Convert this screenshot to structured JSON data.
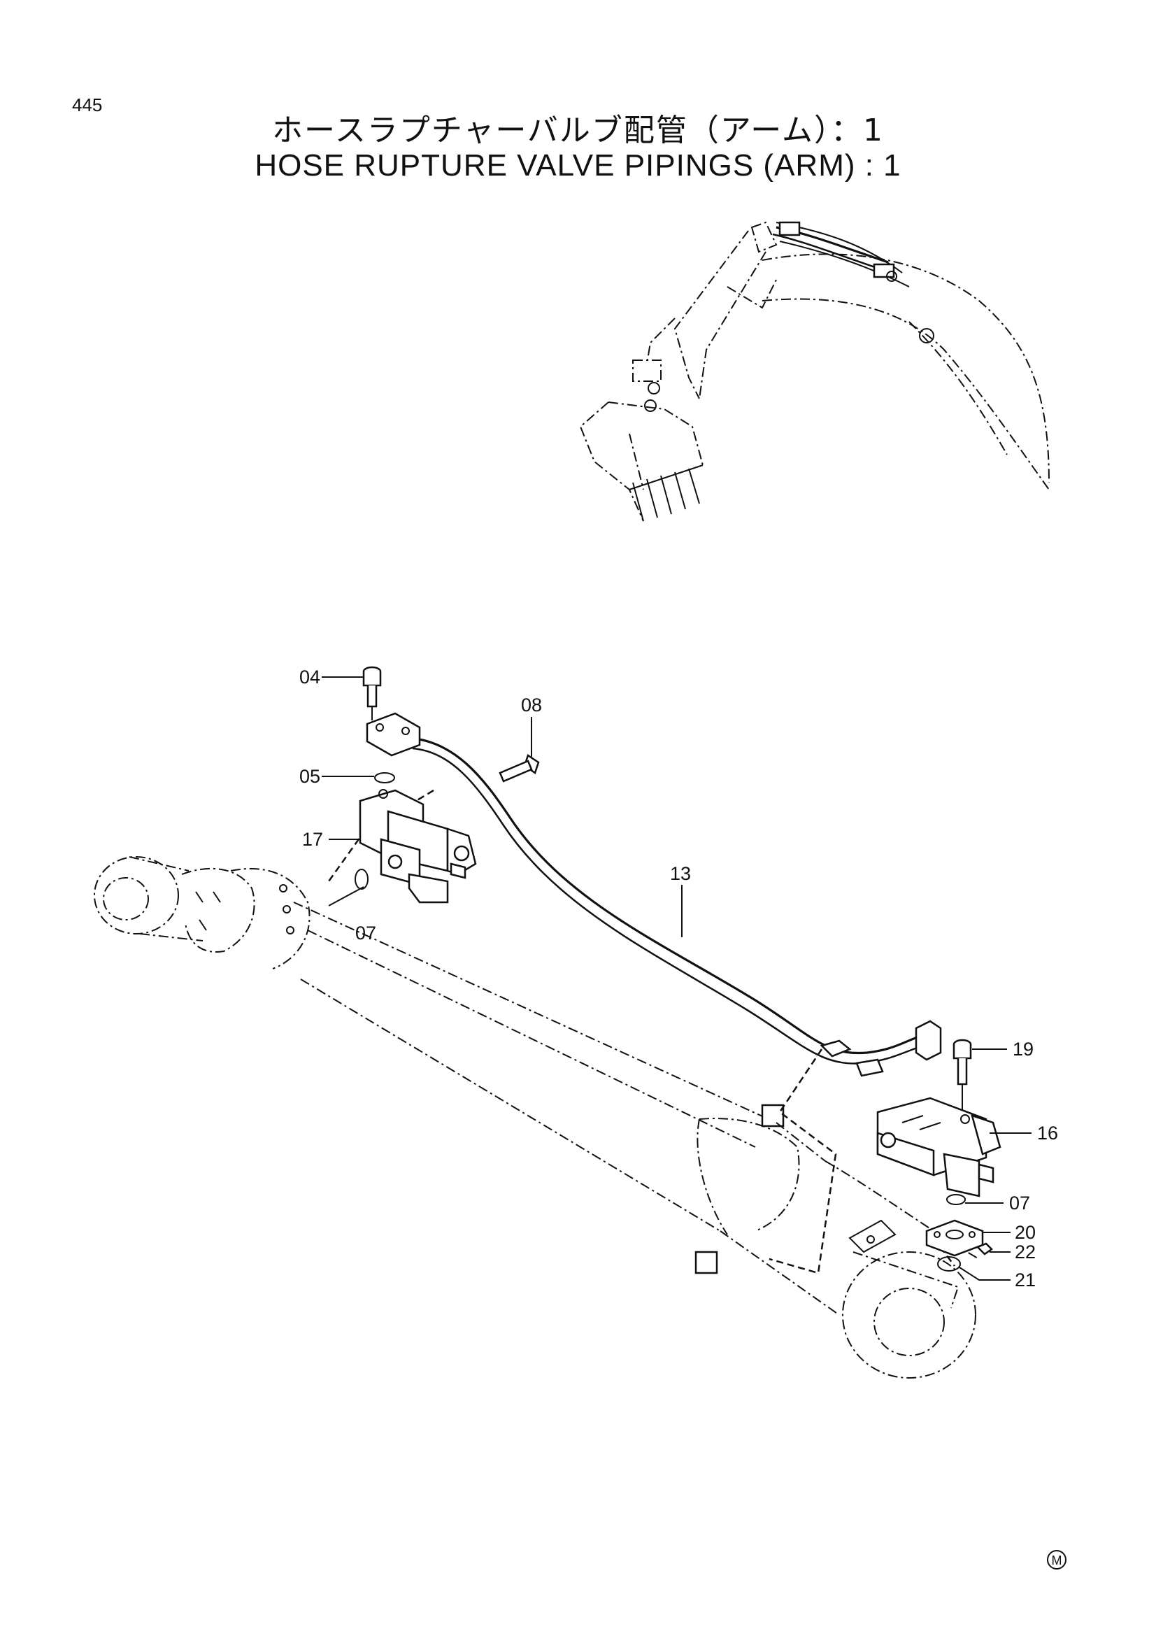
{
  "page_number": "445",
  "title_jp": "ホースラプチャーバルブ配管（アーム）：1",
  "title_en": "HOSE RUPTURE VALVE PIPINGS (ARM) : 1",
  "callouts": {
    "c04": "04",
    "c05": "05",
    "c07a": "07",
    "c07b": "07",
    "c08": "08",
    "c13": "13",
    "c16": "16",
    "c17": "17",
    "c19": "19",
    "c20": "20",
    "c21": "21",
    "c22": "22"
  },
  "mark": "M"
}
